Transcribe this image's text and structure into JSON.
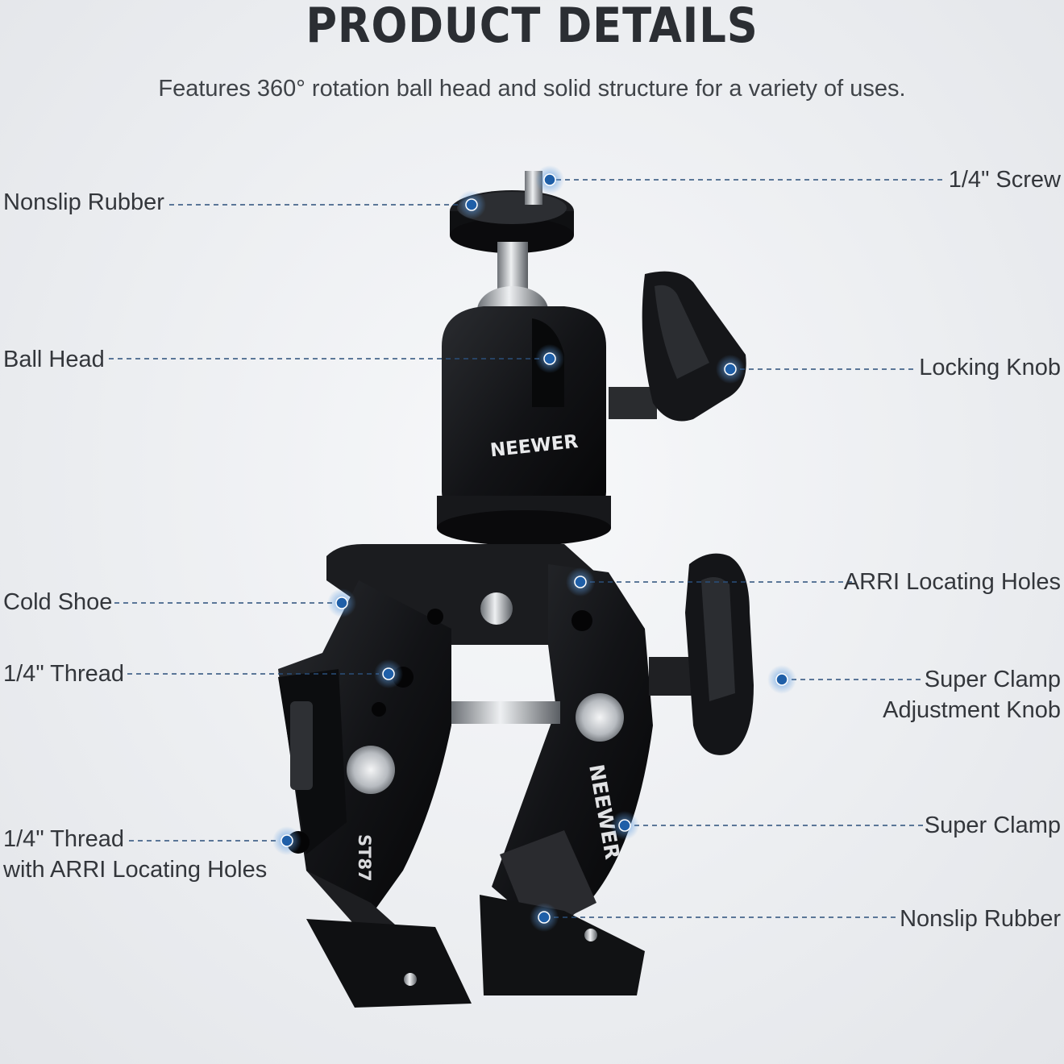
{
  "header": {
    "title": "PRODUCT DETAILS",
    "subtitle": "Features 360° rotation ball head and solid structure for a variety of uses."
  },
  "callouts": {
    "screw": "1/4\" Screw",
    "nonslip_top": "Nonslip Rubber",
    "ball_head": "Ball Head",
    "locking_knob": "Locking Knob",
    "cold_shoe": "Cold Shoe",
    "arri_holes": "ARRI Locating Holes",
    "thread": "1/4\" Thread",
    "adj_knob_line1": "Super Clamp",
    "adj_knob_line2": "Adjustment Knob",
    "thread_arri_line1": "1/4\" Thread",
    "thread_arri_line2": "with ARRI Locating Holes",
    "super_clamp": "Super Clamp",
    "nonslip_bottom": "Nonslip Rubber"
  },
  "product": {
    "brand_head": "NEEWER",
    "brand_clamp": "NEEWER",
    "model": "ST87"
  },
  "colors": {
    "callout_dot": "#1f5fa8",
    "callout_line": "#2a4f7a",
    "product_body": "#141518"
  }
}
